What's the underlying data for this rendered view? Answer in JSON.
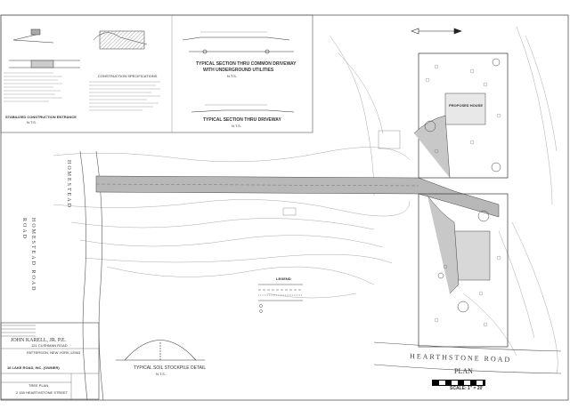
{
  "details": {
    "entrance_title": "STABILIZED CONSTRUCTION ENTRANCE",
    "entrance_scale": "N.T.S.",
    "driveway_common_title_1": "TYPICAL SECTION THRU COMMON DRIVEWAY",
    "driveway_common_title_2": "WITH UNDERGROUND UTILITIES",
    "driveway_common_scale": "N.T.S.",
    "driveway_title": "TYPICAL SECTION THRU DRIVEWAY",
    "driveway_scale": "N.T.S.",
    "stockpile_title": "TYPICAL SOIL STOCKPILE DETAIL",
    "stockpile_scale": "N.T.S.",
    "construction_specs": "CONSTRUCTION SPECIFICATIONS"
  },
  "plan": {
    "roads": [
      "HOMESTEAD",
      "HOMESTEAD ROAD",
      "ROAD",
      "HEARTHSTONE ROAD"
    ],
    "proposed_house": "PROPOSED HOUSE",
    "legend_title": "LEGEND",
    "plan_title": "PLAN",
    "scale_label": "SCALE: 1\" = 20'"
  },
  "title_block": {
    "engineer": "JOHN KARELL, JR. P.E.",
    "address_1": "121 CUSHMAN ROAD",
    "address_2": "PATTERSON, NEW YORK 12563",
    "project": "16 LAKE ROAD, INC. (OWNER)",
    "drawing_title": "TREE PLAN",
    "drawing_location": "2 150 HEARTHSTONE STREET"
  },
  "colors": {
    "line": "#444444",
    "hatch": "#8a8a8a",
    "paper": "#ffffff"
  }
}
